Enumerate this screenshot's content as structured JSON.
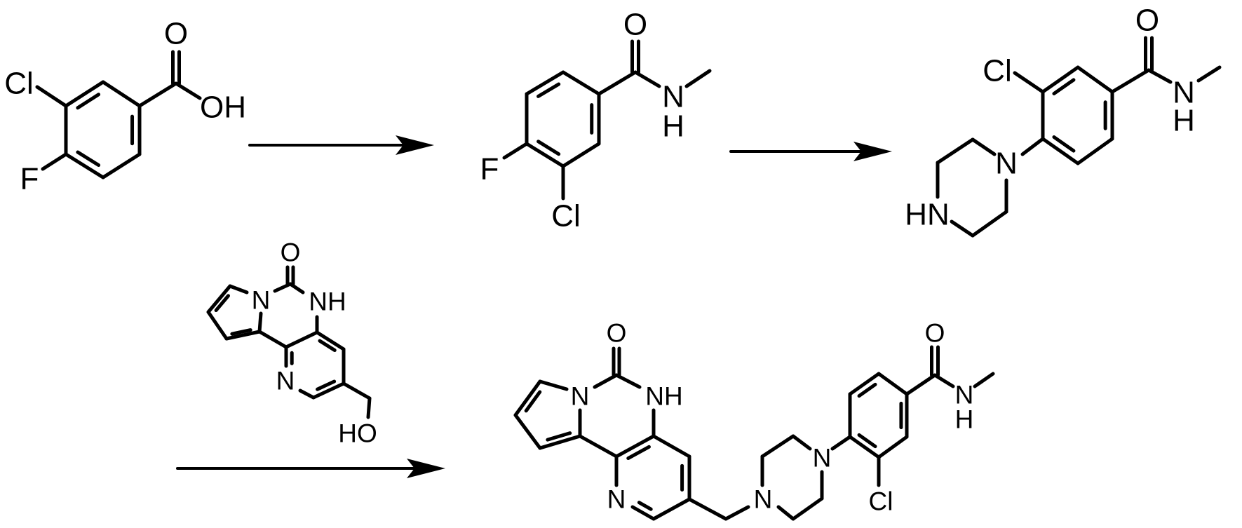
{
  "scheme": {
    "starting_material": {
      "cl": "Cl",
      "f": "F",
      "o": "O",
      "oh": "OH"
    },
    "intermediate_1": {
      "cl": "Cl",
      "f": "F",
      "o": "O",
      "n": "N",
      "h": "H"
    },
    "intermediate_2": {
      "cl": "Cl",
      "o": "O",
      "n": "N",
      "h": "H",
      "pip_n": "N",
      "pip_hn": "HN"
    },
    "reagent": {
      "o": "O",
      "n1": "N",
      "nh": "NH",
      "n2": "N",
      "ho": "HO"
    },
    "product": {
      "o1": "O",
      "n1": "N",
      "nh": "NH",
      "n2": "N",
      "pip_n1": "N",
      "pip_n2": "N",
      "cl": "Cl",
      "o2": "O",
      "n3": "N",
      "h": "H"
    },
    "arrows": [
      "reaction-arrow-1",
      "reaction-arrow-2",
      "reaction-arrow-3"
    ]
  }
}
